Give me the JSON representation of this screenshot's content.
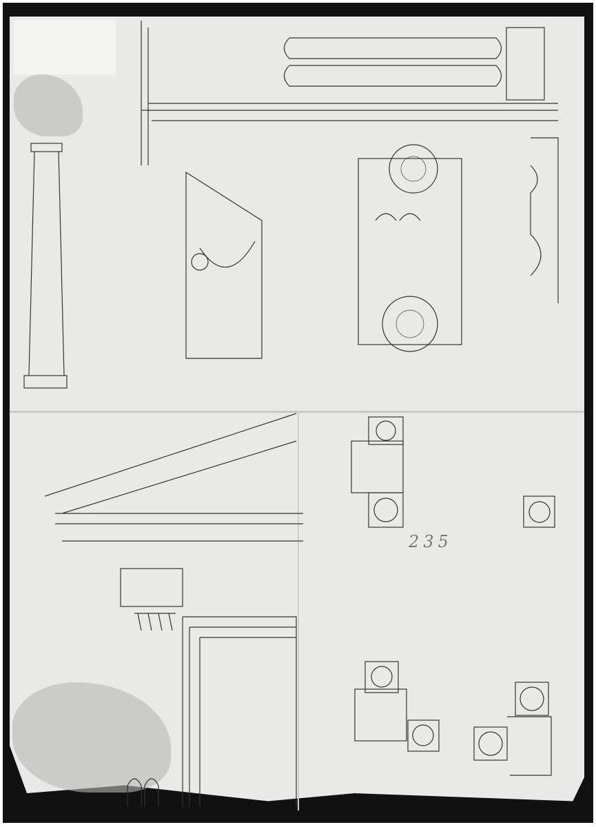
{
  "image": {
    "description": "Renaissance architectural drawing sheet: studies of column, entablature, capital with volutes and garlands, pediment, and plans of pilasters/piers, with handwritten measurements",
    "sheet_number": "235",
    "colors": {
      "frame": "#111111",
      "paper": "#e9e9e7",
      "ink": "#333333",
      "stain": "#b8b8b6"
    },
    "regions": [
      {
        "name": "column-elevation",
        "position": "upper-left"
      },
      {
        "name": "entablature-profile",
        "position": "upper-center"
      },
      {
        "name": "frieze-garland",
        "position": "center-left"
      },
      {
        "name": "ionic-capital",
        "position": "center"
      },
      {
        "name": "molding-profiles",
        "position": "right"
      },
      {
        "name": "pediment-elevation",
        "position": "lower-left"
      },
      {
        "name": "pier-plans",
        "position": "lower-right"
      }
    ]
  }
}
